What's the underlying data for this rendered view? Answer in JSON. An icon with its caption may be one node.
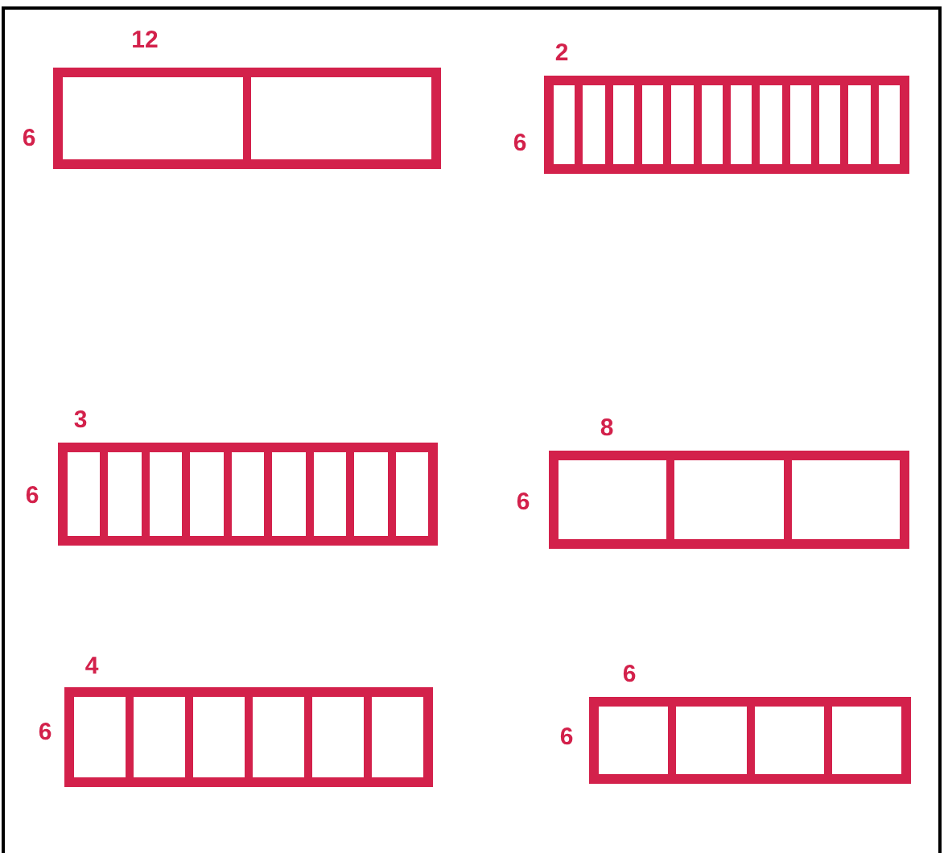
{
  "diagram": {
    "labels": [
      "12",
      "2",
      "6",
      "6",
      "3",
      "8",
      "6",
      "6",
      "4",
      "6",
      "6",
      "6"
    ]
  }
}
